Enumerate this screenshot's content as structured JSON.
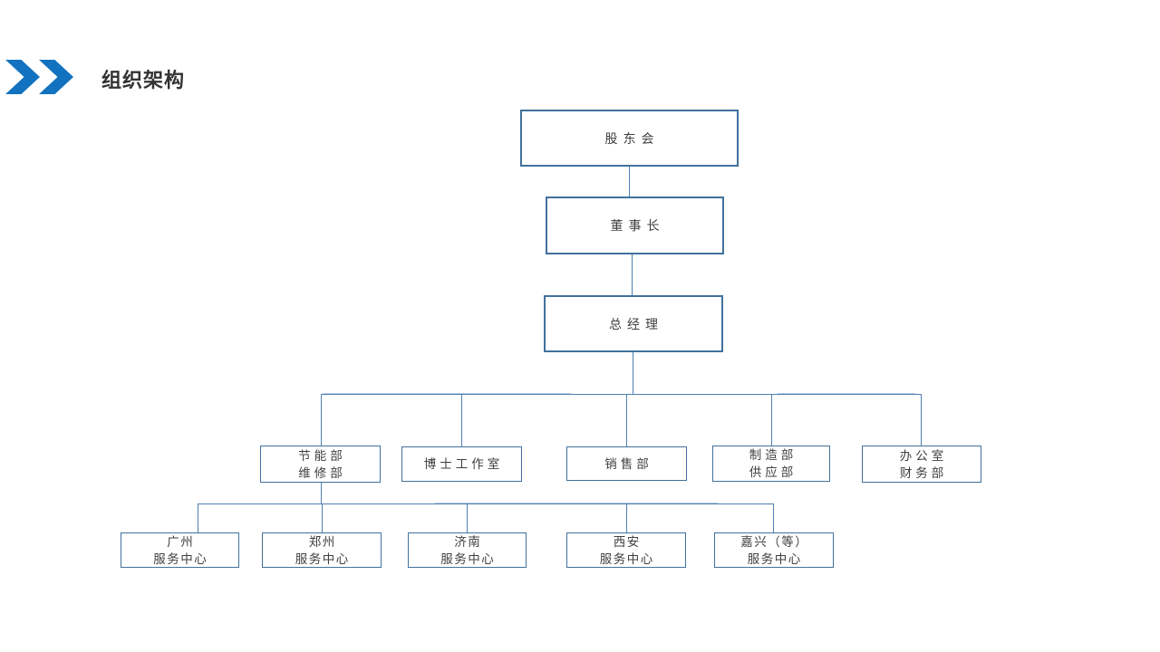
{
  "slide": {
    "title": "组织架构"
  },
  "colors": {
    "accent_blue": "#1272C0",
    "box_border": "#41719C",
    "connector": "#4F7FB2",
    "connector_light": "#B8CCE4",
    "node_text": "#404040",
    "title_text": "#333333"
  },
  "org_chart": {
    "nodes": [
      {
        "id": "shareholders",
        "lines": [
          "股东会"
        ]
      },
      {
        "id": "chairman",
        "lines": [
          "董事长"
        ]
      },
      {
        "id": "general-manager",
        "lines": [
          "总经理"
        ]
      },
      {
        "id": "dept-energy-maintenance",
        "lines": [
          "节能部",
          "维修部"
        ]
      },
      {
        "id": "dept-doctor-studio",
        "lines": [
          "博士工作室"
        ]
      },
      {
        "id": "dept-sales",
        "lines": [
          "销售部"
        ]
      },
      {
        "id": "dept-manufacturing-supply",
        "lines": [
          "制造部",
          "供应部"
        ]
      },
      {
        "id": "dept-office-finance",
        "lines": [
          "办公室",
          "财务部"
        ]
      },
      {
        "id": "sc-guangzhou",
        "lines": [
          "广州",
          "服务中心"
        ]
      },
      {
        "id": "sc-zhengzhou",
        "lines": [
          "郑州",
          "服务中心"
        ]
      },
      {
        "id": "sc-jinan",
        "lines": [
          "济南",
          "服务中心"
        ]
      },
      {
        "id": "sc-xian",
        "lines": [
          "西安",
          "服务中心"
        ]
      },
      {
        "id": "sc-jiaxing",
        "lines": [
          "嘉兴（等）",
          "服务中心"
        ]
      }
    ]
  }
}
